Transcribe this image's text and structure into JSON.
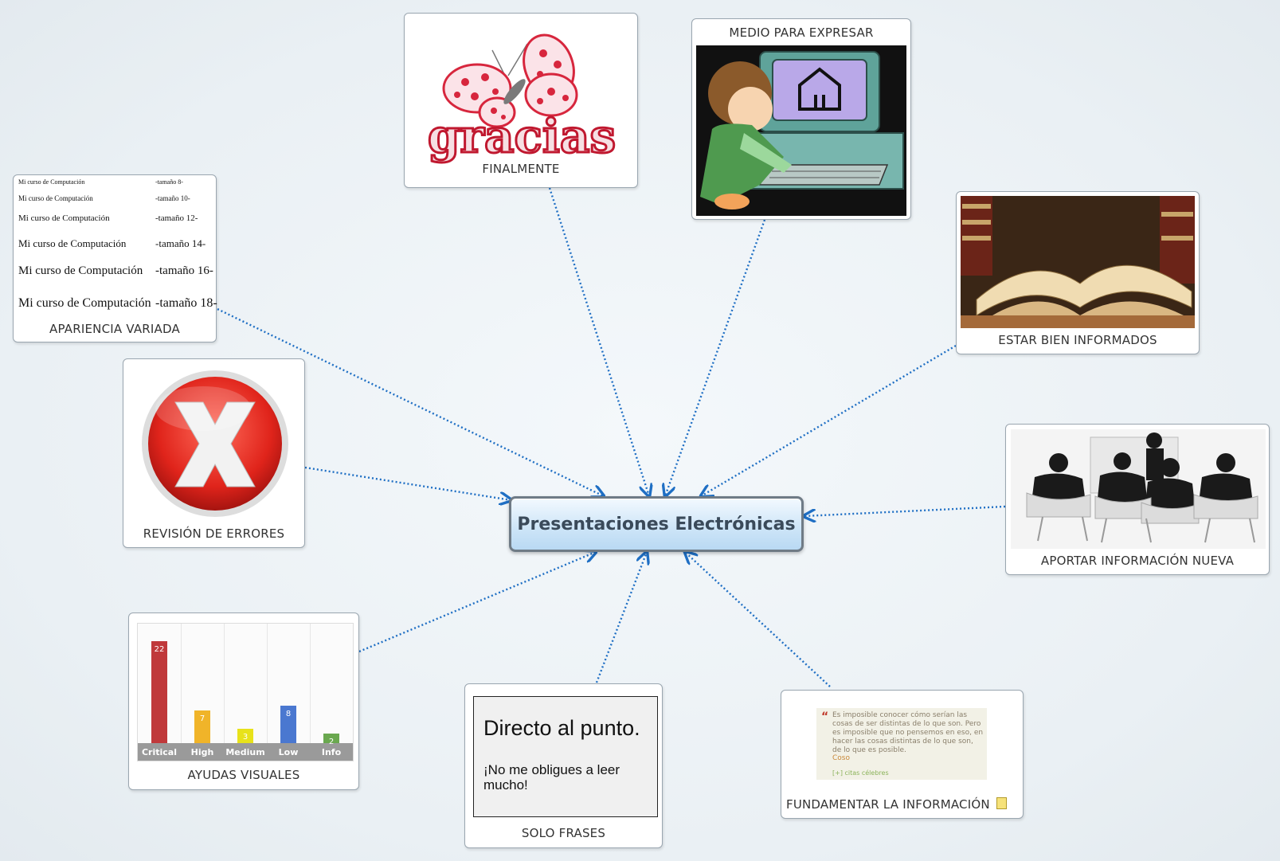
{
  "central": {
    "title": "Presentaciones Electrónicas"
  },
  "nodes": {
    "finalmente": {
      "label": "FINALMENTE",
      "image_text": "gracias"
    },
    "medio": {
      "label": "MEDIO PARA EXPRESAR"
    },
    "informados": {
      "label": "ESTAR BIEN INFORMADOS"
    },
    "aportar": {
      "label": "APORTAR INFORMACIÓN NUEVA"
    },
    "fundamentar": {
      "label": "FUNDAMENTAR LA INFORMACIÓN",
      "note_icon": "note-icon",
      "quote_mark": "“",
      "quote": "Es imposible conocer cómo serían las cosas de ser distintas de lo que son. Pero es imposible que no pensemos en eso, en hacer las cosas distintas de lo que son, de lo que es posible.",
      "author": "Coso",
      "source": "[+] citas célebres"
    },
    "solo": {
      "label": "SOLO FRASES",
      "heading": "Directo al punto.",
      "body": "¡No me obligues a leer mucho!"
    },
    "ayudas": {
      "label": "AYUDAS VISUALES"
    },
    "revision": {
      "label": "REVISIÓN DE ERRORES"
    },
    "apariencia": {
      "label": "APARIENCIA VARIADA",
      "rows": [
        {
          "text": "Mi curso de Computación",
          "size": "-tamaño 8-"
        },
        {
          "text": "Mi curso de Computación",
          "size": "-tamaño 10-"
        },
        {
          "text": "Mi curso de Computación",
          "size": "-tamaño 12-"
        },
        {
          "text": "Mi curso de Computación",
          "size": "-tamaño 14-"
        },
        {
          "text": "Mi curso de Computación",
          "size": "-tamaño 16-"
        },
        {
          "text": "Mi curso de Computación",
          "size": "-tamaño 18-"
        }
      ]
    }
  },
  "chart_data": {
    "type": "bar",
    "categories": [
      "Critical",
      "High",
      "Medium",
      "Low",
      "Info"
    ],
    "values": [
      22,
      7,
      3,
      8,
      2
    ],
    "colors": [
      "#c0393b",
      "#f0b429",
      "#e8e21a",
      "#4a78d0",
      "#6aa84f"
    ],
    "title": "",
    "xlabel": "",
    "ylabel": "",
    "ylim": [
      0,
      24
    ],
    "grid": true
  },
  "colors": {
    "connector": "#1f6fc4",
    "central_fill": "#cfe6f8",
    "central_border": "#6f7b86"
  }
}
